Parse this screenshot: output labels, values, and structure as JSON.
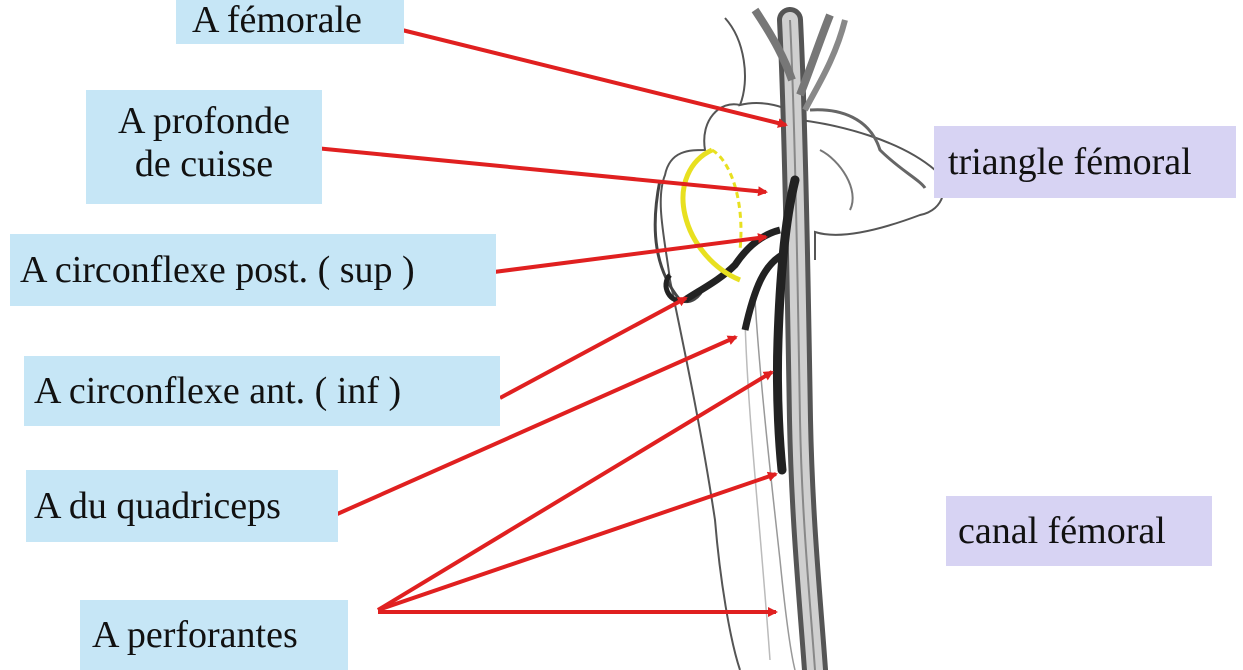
{
  "labels": {
    "femorale": "A fémorale",
    "profonde_line1": "A profonde",
    "profonde_line2": "de cuisse",
    "circ_post": "A circonflexe post. ( sup )",
    "circ_ant": "A circonflexe ant. ( inf )",
    "quadriceps": "A du quadriceps",
    "perforantes": "A perforantes",
    "triangle": "triangle fémoral",
    "canal": "canal fémoral"
  },
  "colors": {
    "label_blue": "#c6e6f6",
    "label_purple": "#d7d3f3",
    "arrow_red": "#e02020",
    "artery_highlight": "#e8e020"
  }
}
